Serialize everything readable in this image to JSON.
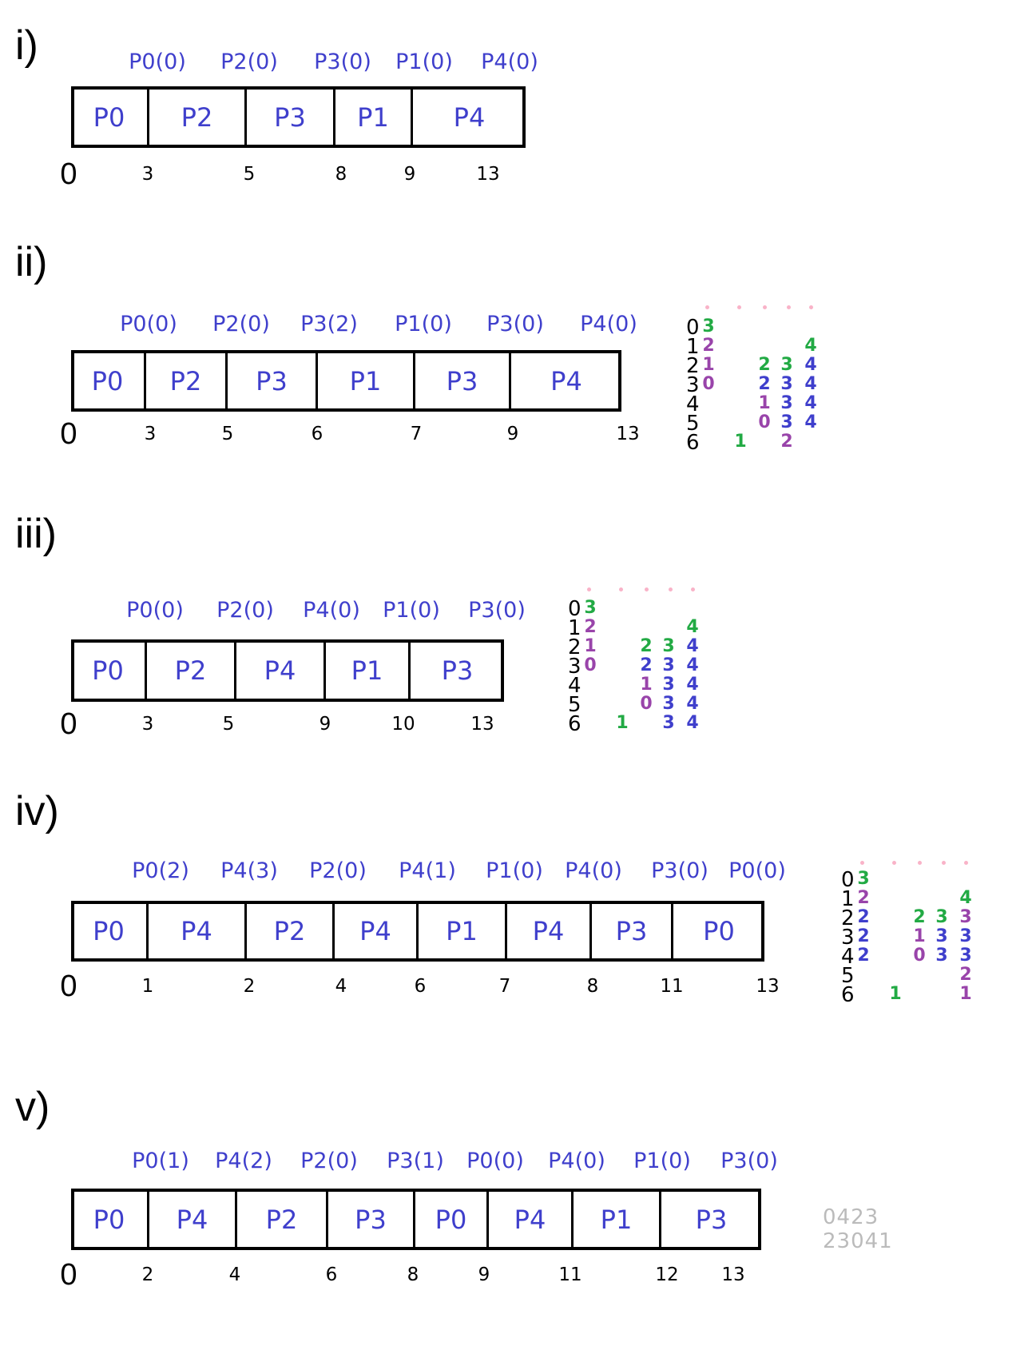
{
  "colors": {
    "blue": "#3f3fcc",
    "green": "#22aa44",
    "purple": "#9944aa",
    "pink": "#f9b3c8",
    "gray": "#bbbbbb"
  },
  "sections": [
    {
      "label": "i)",
      "headers": [
        "P0(0)",
        "P2(0)",
        "P3(0)",
        "P1(0)",
        "P4(0)"
      ],
      "blocks": [
        "P0",
        "P2",
        "P3",
        "P1",
        "P4"
      ],
      "ticks": [
        "0",
        "3",
        "5",
        "8",
        "9",
        "13"
      ]
    },
    {
      "label": "ii)",
      "headers": [
        "P0(0)",
        "P2(0)",
        "P3(2)",
        "P1(0)",
        "P3(0)",
        "P4(0)"
      ],
      "blocks": [
        "P0",
        "P2",
        "P3",
        "P1",
        "P3",
        "P4"
      ],
      "ticks": [
        "0",
        "3",
        "5",
        "6",
        "7",
        "9",
        "13"
      ],
      "side": {
        "times": [
          "0",
          "1",
          "2",
          "3",
          "4",
          "5",
          "6"
        ],
        "columns": [
          [
            {
              "t": "3",
              "c": "green"
            },
            {
              "t": "2",
              "c": "purple"
            },
            {
              "t": "1",
              "c": "purple"
            },
            {
              "t": "0",
              "c": "purple"
            },
            null,
            null,
            null
          ],
          [
            null,
            null,
            null,
            null,
            null,
            null,
            {
              "t": "1",
              "c": "green"
            }
          ],
          [
            null,
            null,
            {
              "t": "2",
              "c": "green"
            },
            {
              "t": "2",
              "c": "blue"
            },
            {
              "t": "1",
              "c": "purple"
            },
            {
              "t": "0",
              "c": "purple"
            },
            null
          ],
          [
            null,
            null,
            {
              "t": "3",
              "c": "green"
            },
            {
              "t": "3",
              "c": "blue"
            },
            {
              "t": "3",
              "c": "blue"
            },
            {
              "t": "3",
              "c": "blue"
            },
            {
              "t": "2",
              "c": "purple"
            }
          ],
          [
            null,
            {
              "t": "4",
              "c": "green"
            },
            {
              "t": "4",
              "c": "blue"
            },
            {
              "t": "4",
              "c": "blue"
            },
            {
              "t": "4",
              "c": "blue"
            },
            {
              "t": "4",
              "c": "blue"
            },
            null
          ]
        ]
      }
    },
    {
      "label": "iii)",
      "headers": [
        "P0(0)",
        "P2(0)",
        "P4(0)",
        "P1(0)",
        "P3(0)"
      ],
      "blocks": [
        "P0",
        "P2",
        "P4",
        "P1",
        "P3"
      ],
      "ticks": [
        "0",
        "3",
        "5",
        "9",
        "10",
        "13"
      ],
      "side": {
        "times": [
          "0",
          "1",
          "2",
          "3",
          "4",
          "5",
          "6"
        ],
        "columns": [
          [
            {
              "t": "3",
              "c": "green"
            },
            {
              "t": "2",
              "c": "purple"
            },
            {
              "t": "1",
              "c": "purple"
            },
            {
              "t": "0",
              "c": "purple"
            },
            null,
            null,
            null
          ],
          [
            null,
            null,
            null,
            null,
            null,
            null,
            {
              "t": "1",
              "c": "green"
            }
          ],
          [
            null,
            null,
            {
              "t": "2",
              "c": "green"
            },
            {
              "t": "2",
              "c": "blue"
            },
            {
              "t": "1",
              "c": "purple"
            },
            {
              "t": "0",
              "c": "purple"
            },
            null
          ],
          [
            null,
            null,
            {
              "t": "3",
              "c": "green"
            },
            {
              "t": "3",
              "c": "blue"
            },
            {
              "t": "3",
              "c": "blue"
            },
            {
              "t": "3",
              "c": "blue"
            },
            {
              "t": "3",
              "c": "blue"
            }
          ],
          [
            null,
            {
              "t": "4",
              "c": "green"
            },
            {
              "t": "4",
              "c": "blue"
            },
            {
              "t": "4",
              "c": "blue"
            },
            {
              "t": "4",
              "c": "blue"
            },
            {
              "t": "4",
              "c": "blue"
            },
            {
              "t": "4",
              "c": "blue"
            }
          ]
        ]
      }
    },
    {
      "label": "iv)",
      "headers": [
        "P0(2)",
        "P4(3)",
        "P2(0)",
        "P4(1)",
        "P1(0)",
        "P4(0)",
        "P3(0)",
        "P0(0)"
      ],
      "blocks": [
        "P0",
        "P4",
        "P2",
        "P4",
        "P1",
        "P4",
        "P3",
        "P0"
      ],
      "ticks": [
        "0",
        "1",
        "2",
        "4",
        "6",
        "7",
        "8",
        "11",
        "13"
      ],
      "side": {
        "times": [
          "0",
          "1",
          "2",
          "3",
          "4",
          "5",
          "6"
        ],
        "columns": [
          [
            {
              "t": "3",
              "c": "green"
            },
            {
              "t": "2",
              "c": "purple"
            },
            {
              "t": "2",
              "c": "blue"
            },
            {
              "t": "2",
              "c": "blue"
            },
            {
              "t": "2",
              "c": "blue"
            },
            null,
            null
          ],
          [
            null,
            null,
            null,
            null,
            null,
            null,
            {
              "t": "1",
              "c": "green"
            }
          ],
          [
            null,
            null,
            {
              "t": "2",
              "c": "green"
            },
            {
              "t": "1",
              "c": "purple"
            },
            {
              "t": "0",
              "c": "purple"
            },
            null,
            null
          ],
          [
            null,
            null,
            {
              "t": "3",
              "c": "green"
            },
            {
              "t": "3",
              "c": "blue"
            },
            {
              "t": "3",
              "c": "blue"
            },
            null,
            null
          ],
          [
            null,
            {
              "t": "4",
              "c": "green"
            },
            {
              "t": "3",
              "c": "purple"
            },
            {
              "t": "3",
              "c": "blue"
            },
            {
              "t": "3",
              "c": "blue"
            },
            {
              "t": "2",
              "c": "purple"
            },
            {
              "t": "1",
              "c": "purple"
            }
          ]
        ]
      }
    },
    {
      "label": "v)",
      "headers": [
        "P0(1)",
        "P4(2)",
        "P2(0)",
        "P3(1)",
        "P0(0)",
        "P4(0)",
        "P1(0)",
        "P3(0)"
      ],
      "blocks": [
        "P0",
        "P4",
        "P2",
        "P3",
        "P0",
        "P4",
        "P1",
        "P3"
      ],
      "ticks": [
        "0",
        "2",
        "4",
        "6",
        "8",
        "9",
        "11",
        "12",
        "13"
      ],
      "notes": [
        "0423",
        "23041"
      ]
    }
  ]
}
